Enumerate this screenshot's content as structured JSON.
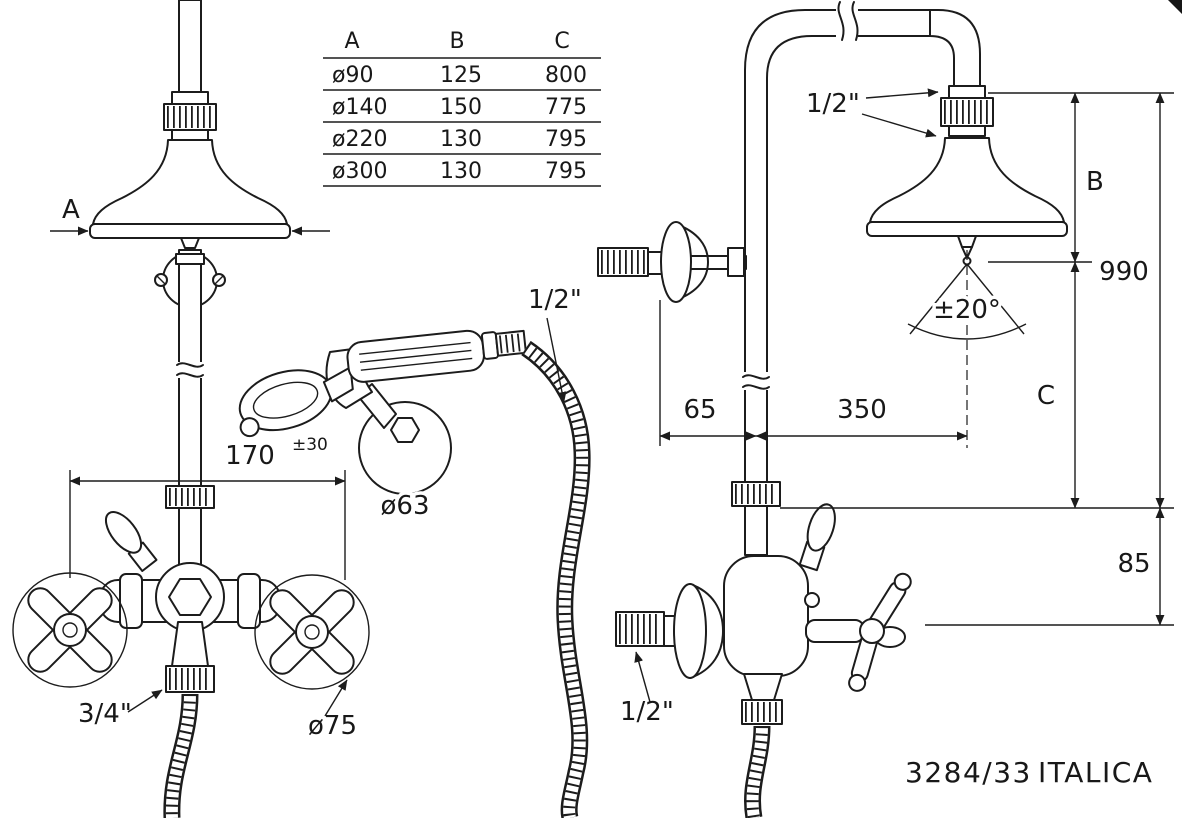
{
  "drawing": {
    "code": "3284/33",
    "name": "ITALICA"
  },
  "table": {
    "headers": [
      "A",
      "B",
      "C"
    ],
    "rows": [
      [
        "ø90",
        "125",
        "800"
      ],
      [
        "ø140",
        "150",
        "775"
      ],
      [
        "ø220",
        "130",
        "795"
      ],
      [
        "ø300",
        "130",
        "795"
      ]
    ]
  },
  "front_view": {
    "head_width_label": "A",
    "hose_size": "1/2\"",
    "center_distance": "170",
    "center_distance_tol": "±30",
    "holder_diameter": "ø63",
    "inlet_size": "3/4\"",
    "handle_diameter": "ø75"
  },
  "side_view": {
    "head_connection": "1/2\"",
    "height_b": "B",
    "total_height": "990",
    "spray_angle": "±20°",
    "wall_to_riser": "65",
    "riser_to_head": "350",
    "height_c": "C",
    "inlet_drop": "85",
    "inlet_size": "1/2\""
  },
  "colors": {
    "line": "#1c1c1c",
    "background": "#ffffff"
  }
}
